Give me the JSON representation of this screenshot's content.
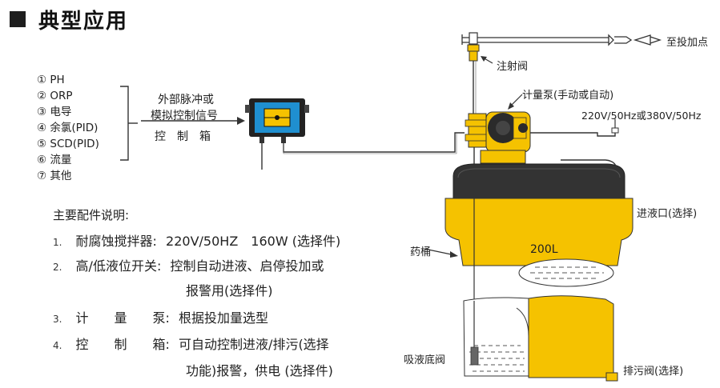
{
  "title": "典型应用",
  "parameters": [
    "① PH",
    "② ORP",
    "③ 电导",
    "④ 余氯(PID)",
    "⑤ SCD(PID)",
    "⑥ 流量",
    "⑦ 其他"
  ],
  "signal_label": [
    "外部脉冲或",
    "模拟控制信号"
  ],
  "control_box_label": "控　制　箱",
  "labels": {
    "dosing_point": "至投加点",
    "injection_valve": "注射阀",
    "metering_pump": "计量泵(手动或自动)",
    "power": "220V/50Hz或380V/50Hz",
    "inlet": "进液口(选择)",
    "tank": "药桶",
    "capacity": "200L",
    "foot_valve": "吸液底阀",
    "drain_valve": "排污阀(选择)"
  },
  "accessories": {
    "heading": "主要配件说明:",
    "items": [
      {
        "num": "1.",
        "name": "耐腐蚀搅拌器:",
        "desc": [
          "220V/50HZ　160W (选择件)"
        ]
      },
      {
        "num": "2.",
        "name": "高/低液位开关:",
        "desc": [
          "控制自动进液、启停投加或",
          "报警用(选择件)"
        ]
      },
      {
        "num": "3.",
        "name": "计　　量　　泵:",
        "desc": [
          "根据投加量选型"
        ]
      },
      {
        "num": "4.",
        "name": "控　　制　　箱:",
        "desc": [
          "可自动控制进液/排污(选择",
          "功能)报警，供电 (选择件)"
        ]
      }
    ]
  },
  "colors": {
    "yellow": "#f5c200",
    "blue": "#1f8fd0",
    "dark": "#2b2b2b",
    "lid": "#3a3a3a"
  }
}
